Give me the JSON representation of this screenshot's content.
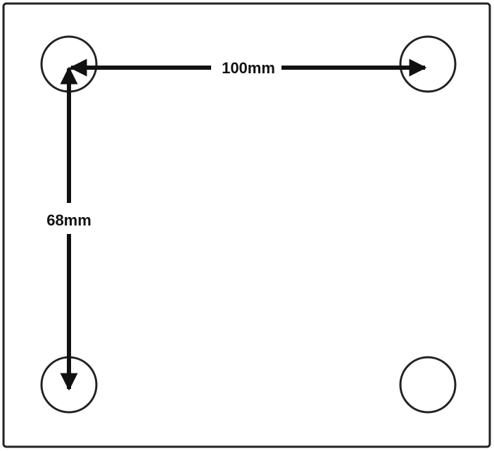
{
  "dimensions": {
    "horizontal_label": "100mm",
    "vertical_label": "68mm"
  },
  "holes": [
    {
      "name": "top-left"
    },
    {
      "name": "top-right"
    },
    {
      "name": "bottom-left"
    },
    {
      "name": "bottom-right"
    }
  ],
  "colors": {
    "stroke": "#222222",
    "background": "#ffffff"
  }
}
